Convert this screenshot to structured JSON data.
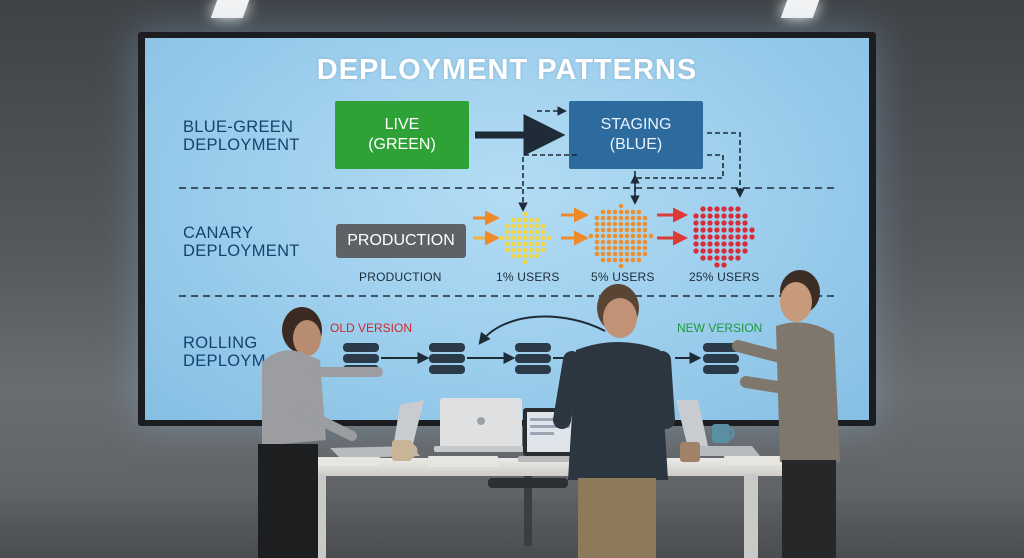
{
  "screen": {
    "title": "DEPLOYMENT PATTERNS",
    "sections": [
      {
        "label": "BLUE-GREEN\nDEPLOYMENT"
      },
      {
        "label": "CANARY\nDEPLOYMENT"
      },
      {
        "label": "ROLLING\nDEPLOYM"
      }
    ],
    "blue_green": {
      "live_box": "LIVE\n(GREEN)",
      "staging_box": "STAGING\n(BLUE)"
    },
    "canary": {
      "production_box": "PRODUCTION",
      "stages": [
        "PRODUCTION",
        "1% USERS",
        "5% USERS",
        "25% USERS"
      ]
    },
    "rolling": {
      "old_version": "OLD VERSION",
      "new_version": "NEW VERSION"
    }
  },
  "colors": {
    "screen_bg": "#a6d5f0",
    "live_green": "#2fa237",
    "staging_blue": "#2d6a9d",
    "production_gray": "#5e6165",
    "canary_1": "#f4d641",
    "canary_5": "#ee8f2d",
    "canary_25": "#d62d38",
    "old_version_red": "#c92a2a",
    "new_version_green": "#1d9a3a"
  }
}
